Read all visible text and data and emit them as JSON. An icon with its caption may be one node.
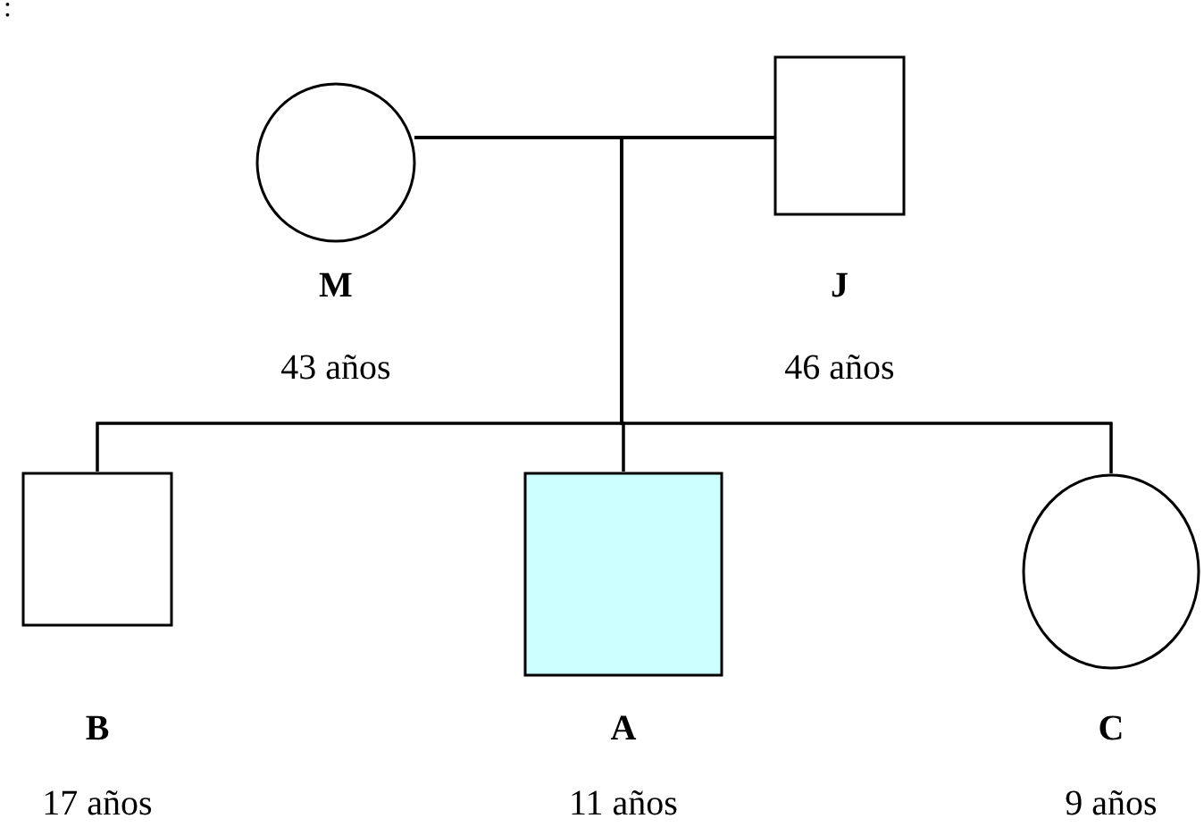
{
  "diagram": {
    "nodes": [
      {
        "text": [
          "M",
          "43 años"
        ]
      },
      {
        "text": [
          "J",
          "46 años"
        ]
      },
      {
        "text": [
          "B",
          "17 años"
        ]
      },
      {
        "text": [
          "A",
          "11 años"
        ]
      },
      {
        "text": [
          "C",
          "9 años"
        ]
      }
    ],
    "edges": [
      {
        "from": 0,
        "to": 1,
        "arrow": "none"
      },
      {
        "from": 0,
        "to": 2,
        "arrow": "none"
      },
      {
        "from": 0,
        "to": 3,
        "arrow": "none"
      },
      {
        "from": 0,
        "to": 4,
        "arrow": "none"
      },
      {
        "from": 1,
        "to": 2,
        "arrow": "none"
      },
      {
        "from": 1,
        "to": 3,
        "arrow": "none"
      },
      {
        "from": 1,
        "to": 4,
        "arrow": "none"
      }
    ],
    "labels": [
      ":"
    ]
  }
}
